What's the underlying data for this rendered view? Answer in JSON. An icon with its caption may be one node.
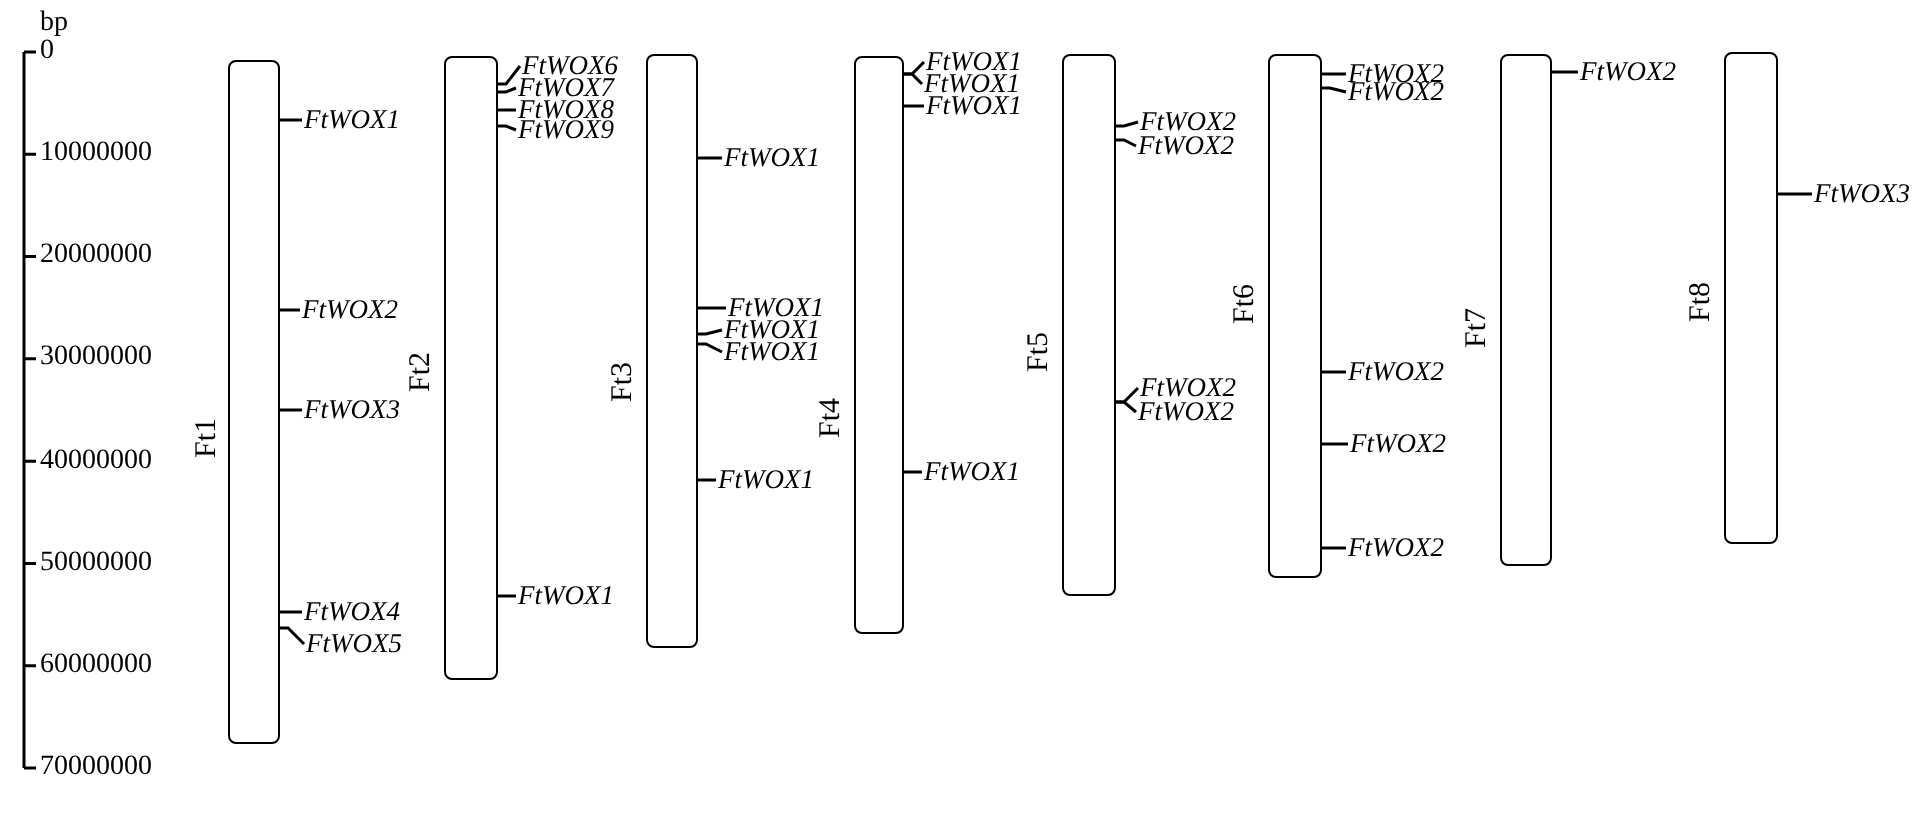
{
  "diagram": {
    "nodes": [
      {
        "text": [
          "Ft1"
        ]
      },
      {
        "text": [
          "FtWOX1"
        ]
      },
      {
        "text": [
          "FtWOX2"
        ]
      },
      {
        "text": [
          "FtWOX3"
        ]
      },
      {
        "text": [
          "FtWOX4"
        ]
      },
      {
        "text": [
          "FtWOX5"
        ]
      },
      {
        "text": [
          "Ft2"
        ]
      },
      {
        "text": [
          "FtWOX6"
        ]
      },
      {
        "text": [
          "FtWOX7"
        ]
      },
      {
        "text": [
          "FtWOX8"
        ]
      },
      {
        "text": [
          "FtWOX9"
        ]
      },
      {
        "text": [
          "FtWOX1"
        ]
      },
      {
        "text": [
          "Ft3"
        ]
      },
      {
        "text": [
          "FtWOX1"
        ]
      },
      {
        "text": [
          "FtWOX1"
        ]
      },
      {
        "text": [
          "FtWOX1"
        ]
      },
      {
        "text": [
          "FtWOX1"
        ]
      },
      {
        "text": [
          "FtWOX1"
        ]
      },
      {
        "text": [
          "Ft4"
        ]
      },
      {
        "text": [
          "FtWOX1"
        ]
      },
      {
        "text": [
          "FtWOX1"
        ]
      },
      {
        "text": [
          "FtWOX1"
        ]
      },
      {
        "text": [
          "FtWOX1"
        ]
      },
      {
        "text": [
          "Ft5"
        ]
      },
      {
        "text": [
          "FtWOX2"
        ]
      },
      {
        "text": [
          "FtWOX2"
        ]
      },
      {
        "text": [
          "FtWOX2"
        ]
      },
      {
        "text": [
          "FtWOX2"
        ]
      },
      {
        "text": [
          "Ft6"
        ]
      },
      {
        "text": [
          "FtWOX2"
        ]
      },
      {
        "text": [
          "FtWOX2"
        ]
      },
      {
        "text": [
          "FtWOX2"
        ]
      },
      {
        "text": [
          "FtWOX2"
        ]
      },
      {
        "text": [
          "FtWOX2"
        ]
      },
      {
        "text": [
          "Ft7"
        ]
      },
      {
        "text": [
          "FtWOX2"
        ]
      },
      {
        "text": [
          "Ft8"
        ]
      },
      {
        "text": [
          "FtWOX3"
        ]
      }
    ],
    "edges": [
      {
        "from": 1,
        "to": 0,
        "arrow": "none"
      },
      {
        "from": 2,
        "to": 0,
        "arrow": "none"
      },
      {
        "from": 3,
        "to": 0,
        "arrow": "none"
      },
      {
        "from": 4,
        "to": 0,
        "arrow": "none"
      },
      {
        "from": 5,
        "to": 0,
        "arrow": "none"
      },
      {
        "from": 7,
        "to": 6,
        "arrow": "none"
      },
      {
        "from": 8,
        "to": 6,
        "arrow": "none"
      },
      {
        "from": 9,
        "to": 6,
        "arrow": "none"
      },
      {
        "from": 10,
        "to": 6,
        "arrow": "none"
      },
      {
        "from": 11,
        "to": 6,
        "arrow": "none"
      },
      {
        "from": 13,
        "to": 12,
        "arrow": "none"
      },
      {
        "from": 14,
        "to": 12,
        "arrow": "none"
      },
      {
        "from": 15,
        "to": 12,
        "arrow": "none"
      },
      {
        "from": 16,
        "to": 12,
        "arrow": "none"
      },
      {
        "from": 17,
        "to": 12,
        "arrow": "none"
      },
      {
        "from": 19,
        "to": 18,
        "arrow": "none"
      },
      {
        "from": 20,
        "to": 18,
        "arrow": "none"
      },
      {
        "from": 21,
        "to": 18,
        "arrow": "none"
      },
      {
        "from": 22,
        "to": 18,
        "arrow": "none"
      },
      {
        "from": 24,
        "to": 23,
        "arrow": "none"
      },
      {
        "from": 25,
        "to": 23,
        "arrow": "none"
      },
      {
        "from": 26,
        "to": 23,
        "arrow": "none"
      },
      {
        "from": 27,
        "to": 23,
        "arrow": "none"
      },
      {
        "from": 29,
        "to": 28,
        "arrow": "none"
      },
      {
        "from": 30,
        "to": 28,
        "arrow": "none"
      },
      {
        "from": 31,
        "to": 28,
        "arrow": "none"
      },
      {
        "from": 32,
        "to": 28,
        "arrow": "none"
      },
      {
        "from": 33,
        "to": 28,
        "arrow": "none"
      },
      {
        "from": 35,
        "to": 34,
        "arrow": "none"
      },
      {
        "from": 37,
        "to": 36,
        "arrow": "none"
      }
    ],
    "labels": [
      "bp",
      "0",
      "10000000",
      "20000000",
      "30000000",
      "40000000",
      "50000000",
      "60000000",
      "70000000"
    ]
  }
}
